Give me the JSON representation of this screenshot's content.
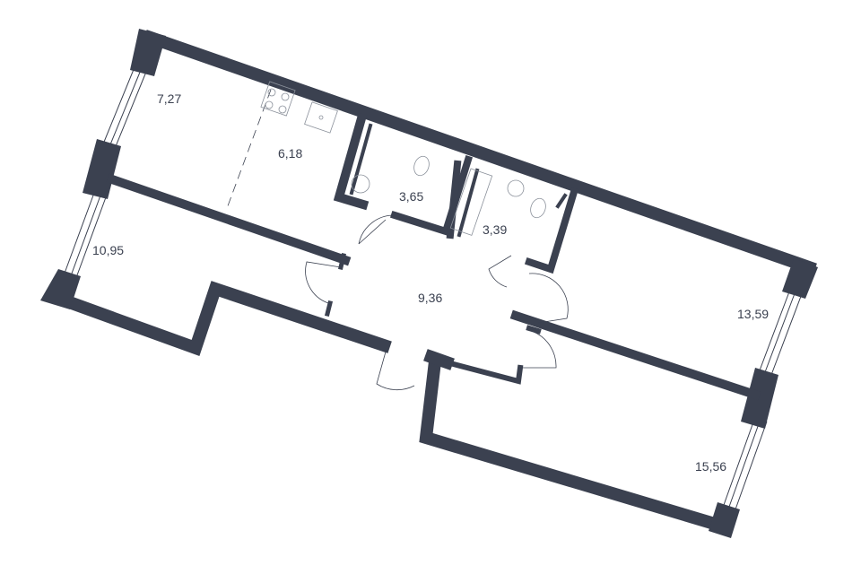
{
  "plan": {
    "wall_color": "#3b4150",
    "rooms": [
      {
        "name": "living-kitchen-zone",
        "area": "7,27"
      },
      {
        "name": "kitchen",
        "area": "6,18"
      },
      {
        "name": "bathroom-1",
        "area": "3,65"
      },
      {
        "name": "bathroom-2",
        "area": "3,39"
      },
      {
        "name": "bedroom-left",
        "area": "10,95"
      },
      {
        "name": "hallway",
        "area": "9,36"
      },
      {
        "name": "bedroom-right-top",
        "area": "13,59"
      },
      {
        "name": "bedroom-right-bottom",
        "area": "15,56"
      }
    ]
  }
}
